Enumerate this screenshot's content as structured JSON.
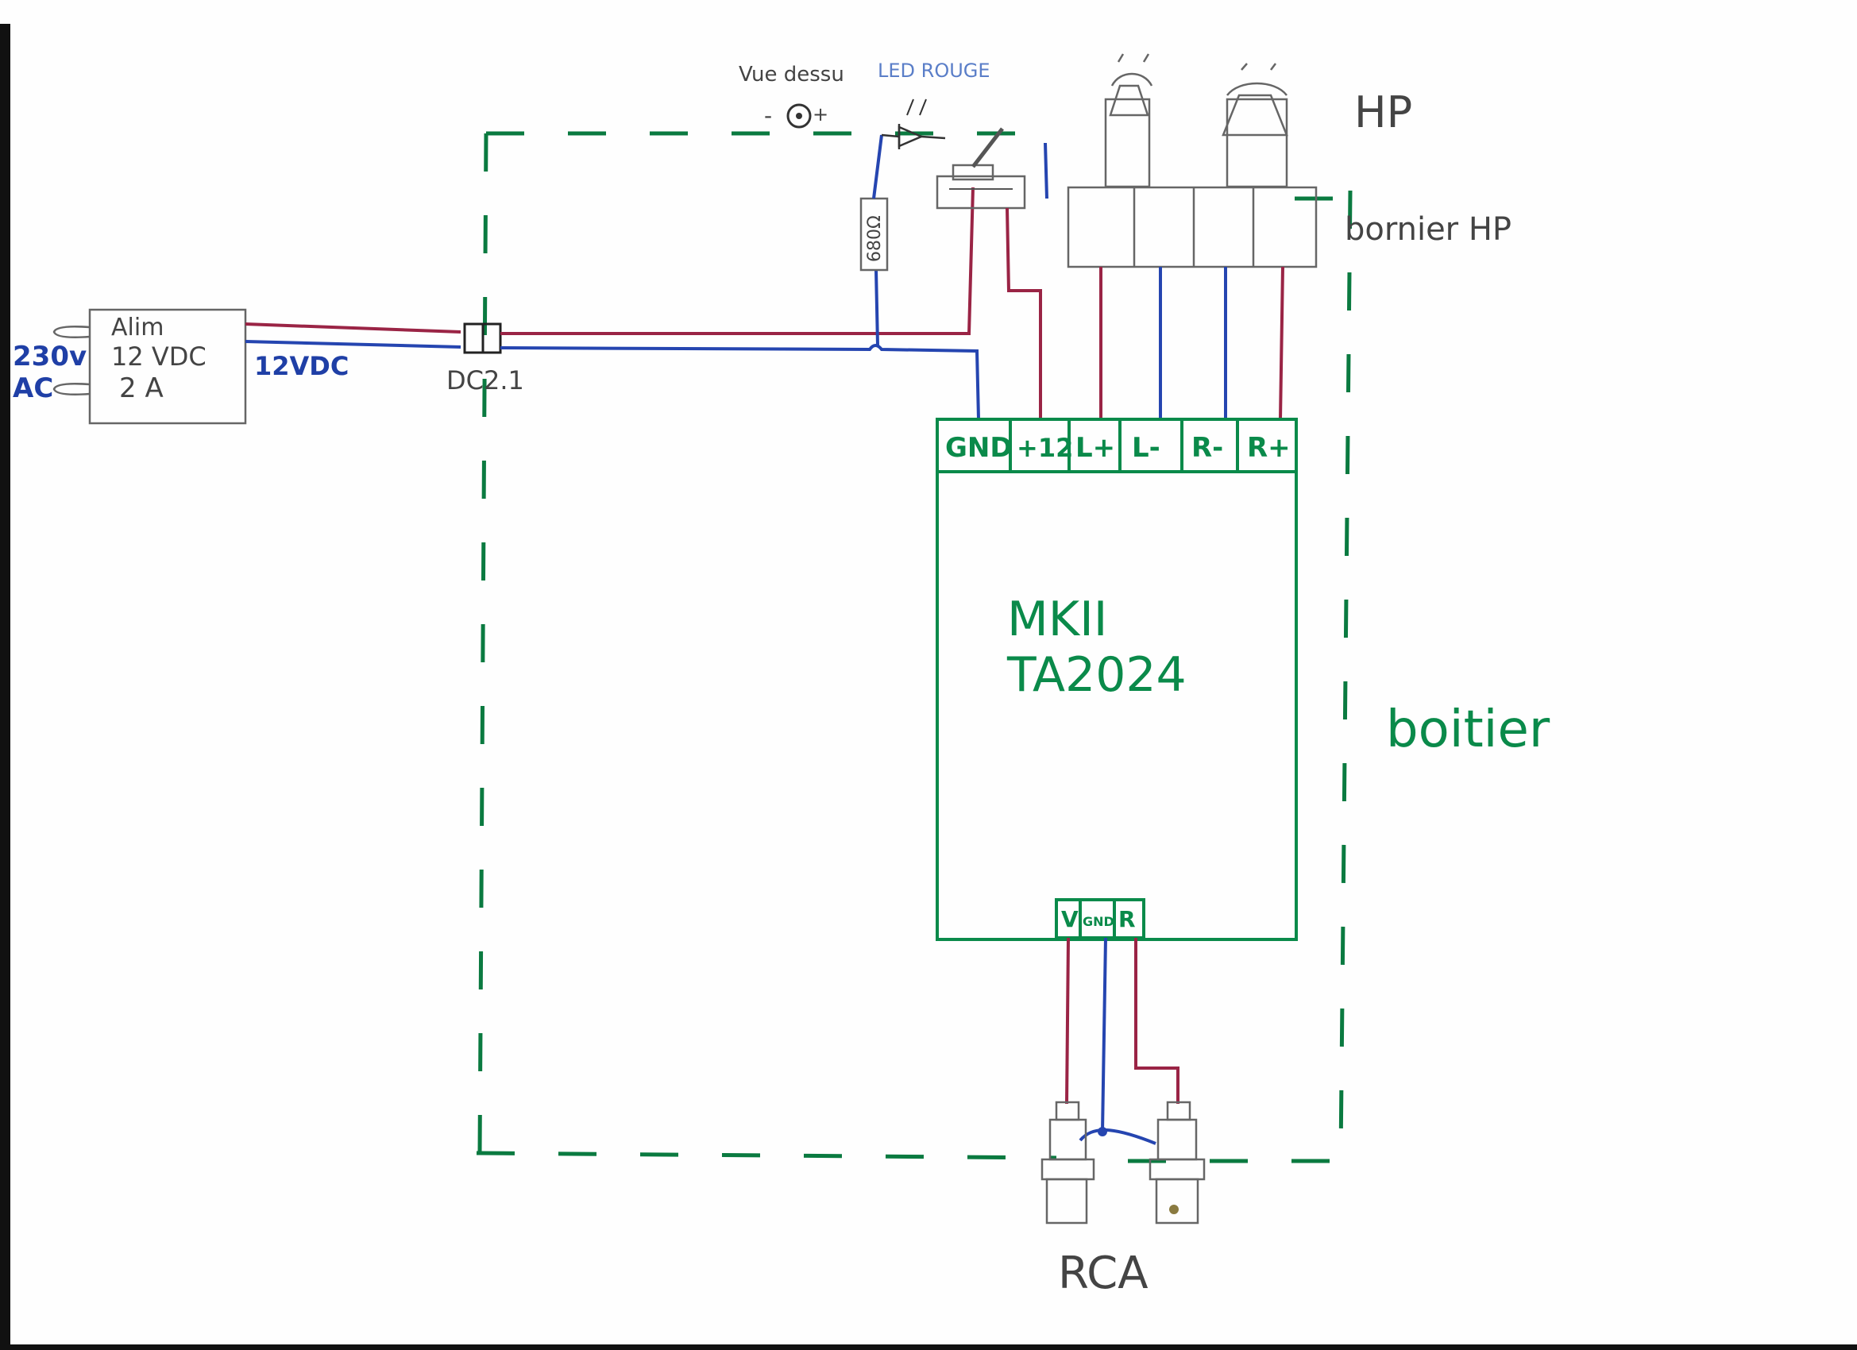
{
  "labels": {
    "power_supply": [
      "Alim",
      "12 VDC",
      "2 A"
    ],
    "mains_voltage": "230v",
    "mains_type": "AC",
    "dc_output": "12VDC",
    "dc_jack": "DC2.1",
    "top_view": "Vue dessu",
    "jack_polarity_minus": "-",
    "jack_polarity_plus": "+",
    "led": "LED ROUGE",
    "resistor": "680Ω",
    "speakers": "HP",
    "speaker_terminal": "bornier HP",
    "board_line1": "MKII",
    "board_line2": "TA2024",
    "enclosure": "boitier",
    "rca": "RCA"
  },
  "board_terminals_top": [
    "GND",
    "+12",
    "L+",
    "L-",
    "R-",
    "R+"
  ],
  "board_terminals_bottom": [
    "V",
    "GND",
    "R"
  ],
  "colors": {
    "enclosure_green": "#0a8a4a",
    "wire_red": "#9a2445",
    "wire_blue": "#2545b0",
    "pencil_grey": "#555555",
    "label_blue": "#1f3fa6"
  }
}
